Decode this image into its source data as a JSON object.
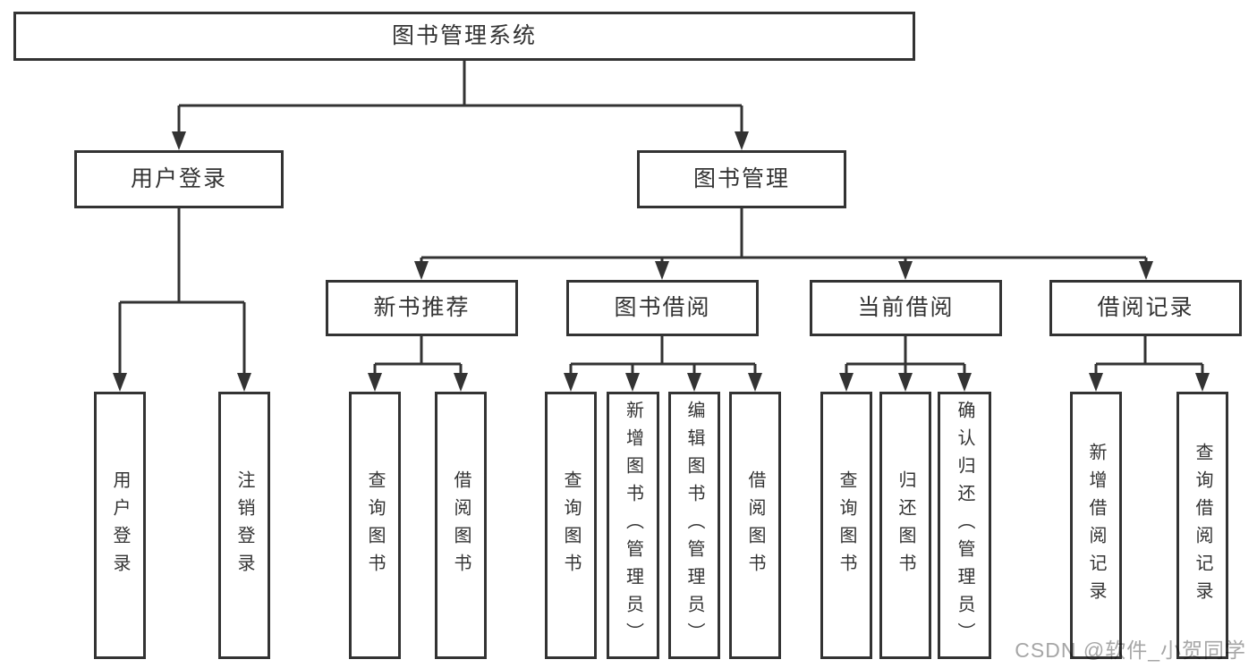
{
  "diagram": {
    "title": "图书管理系统",
    "branches": [
      {
        "label": "用户登录",
        "children": [
          "用户登录",
          "注销登录"
        ]
      },
      {
        "label": "图书管理",
        "children": [
          {
            "label": "新书推荐",
            "children": [
              "查询图书",
              "借阅图书"
            ]
          },
          {
            "label": "图书借阅",
            "children": [
              "查询图书",
              "新增图书（管理员）",
              "编辑图书（管理员）",
              "借阅图书"
            ]
          },
          {
            "label": "当前借阅",
            "children": [
              "查询图书",
              "归还图书",
              "确认归还（管理员）"
            ]
          },
          {
            "label": "借阅记录",
            "children": [
              "新增借阅记录",
              "查询借阅记录"
            ]
          }
        ]
      }
    ]
  },
  "watermark": {
    "text": "CSDN @软件_小贺同学"
  },
  "colors": {
    "line": "#333333",
    "box_border": "#333333",
    "text": "#333333",
    "background": "#ffffff",
    "watermark": "#a6a6a6"
  }
}
